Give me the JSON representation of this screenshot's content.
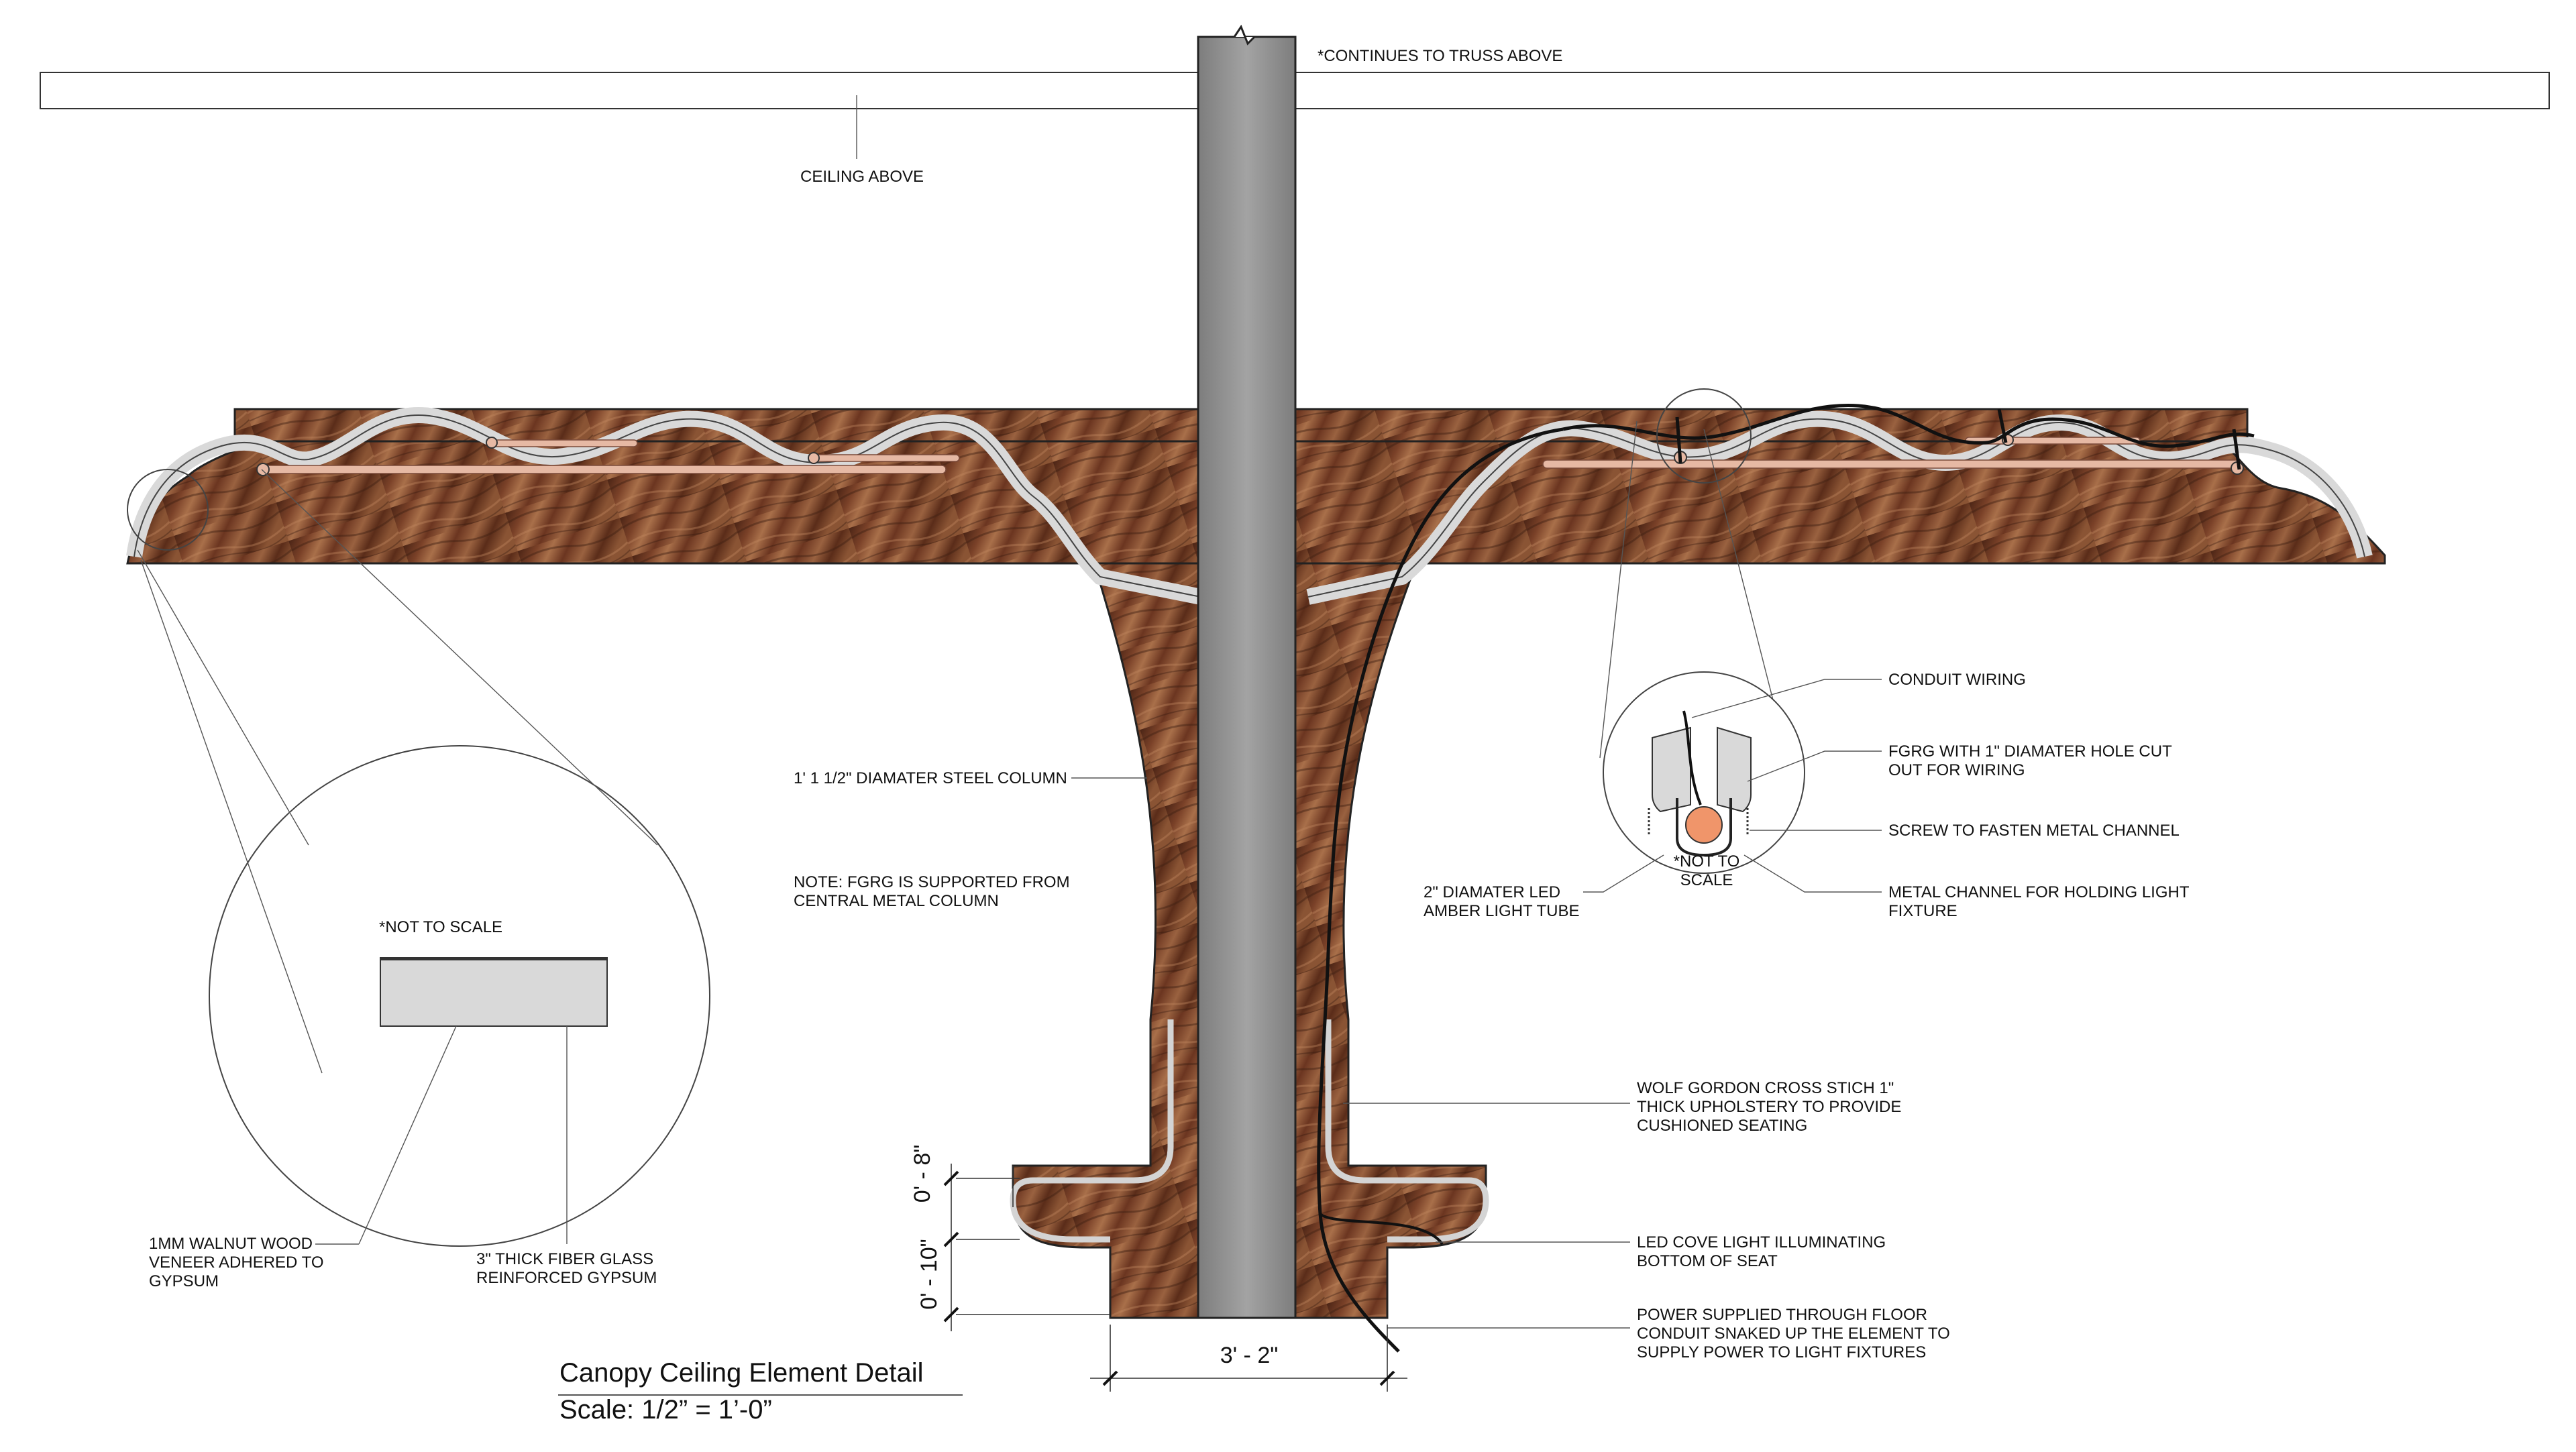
{
  "title": "Canopy Ceiling Element Detail",
  "scale": "Scale: 1/2” = 1’-0”",
  "colors": {
    "walnut_dark": "#4a2415",
    "walnut_mid": "#7a4128",
    "walnut_light": "#a9704a",
    "gypsum": "#d9d9d9",
    "steel_column": "#9a9a9a",
    "led_amber": "#f0956a",
    "led_tube": "#e6b9a4"
  },
  "top_notes": {
    "continues": "*CONTINUES TO TRUSS ABOVE",
    "ceiling": "CEILING ABOVE"
  },
  "left_detail": {
    "not_to_scale": "*NOT TO SCALE",
    "walnut_line1": "1MM WALNUT WOOD",
    "walnut_line2": "VENEER ADHERED TO",
    "walnut_line3": "GYPSUM",
    "fiberglass_line1": "3\" THICK FIBER GLASS",
    "fiberglass_line2": "REINFORCED GYPSUM"
  },
  "center_notes": {
    "steel_column": "1' 1 1/2\" DIAMATER STEEL COLUMN",
    "note_line1": "NOTE: FGRG IS SUPPORTED FROM",
    "note_line2": "CENTRAL METAL COLUMN"
  },
  "right_detail": {
    "conduit": "CONDUIT WIRING",
    "fgrg_line1": "FGRG WITH 1\" DIAMATER HOLE CUT",
    "fgrg_line2": "OUT FOR WIRING",
    "screw": "SCREW TO FASTEN METAL CHANNEL",
    "channel_line1": "METAL CHANNEL FOR HOLDING LIGHT",
    "channel_line2": "FIXTURE",
    "led_line1": "2\" DIAMATER LED",
    "led_line2": "AMBER LIGHT TUBE",
    "nts_line1": "*NOT TO",
    "nts_line2": "SCALE"
  },
  "right_notes": {
    "wolf_line1": "WOLF GORDON CROSS STICH 1\"",
    "wolf_line2": "THICK UPHOLSTERY TO PROVIDE",
    "wolf_line3": "CUSHIONED SEATING",
    "cove_line1": "LED COVE LIGHT ILLUMINATING",
    "cove_line2": "BOTTOM OF SEAT",
    "power_line1": "POWER SUPPLIED THROUGH FLOOR",
    "power_line2": "CONDUIT SNAKED UP THE ELEMENT TO",
    "power_line3": "SUPPLY POWER TO LIGHT FIXTURES"
  },
  "dimensions": {
    "upper": "0' - 8\"",
    "lower": "0' - 10\"",
    "width": "3' - 2\""
  }
}
